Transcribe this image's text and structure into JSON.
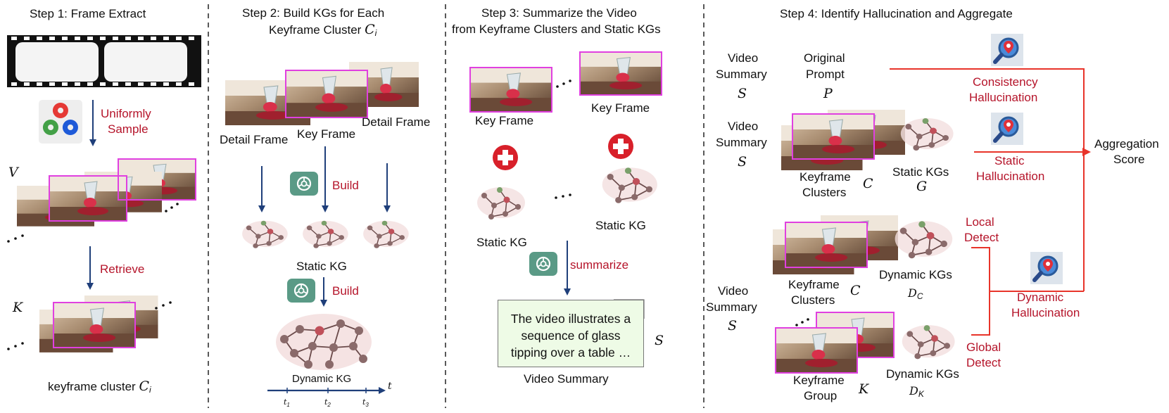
{
  "steps": {
    "step1": "Step 1: Frame Extract",
    "step2_line1": "Step 2: Build KGs for Each",
    "step2_line2": "Keyframe Cluster",
    "step3_line1": "Step 3: Summarize the Video",
    "step3_line2": "from Keyframe Clusters and Static KGs",
    "step4": "Step 4: Identify Hallucination and Aggregate"
  },
  "step1": {
    "uniformly": "Uniformly",
    "sample": "Sample",
    "retrieve": "Retrieve",
    "opencv": "OpenCV",
    "sym_V": "V",
    "sym_K": "K",
    "cluster_label": "keyframe cluster",
    "cluster_sym": "C",
    "cluster_sub": "i"
  },
  "step2": {
    "cluster_sym": "C",
    "cluster_sub": "i",
    "detail_frame_left": "Detail Frame",
    "key_frame": "Key Frame",
    "detail_frame_right": "Detail Frame",
    "build_1": "Build",
    "static_kg": "Static KG",
    "build_2": "Build",
    "dynamic_kg": "Dynamic KG",
    "t": "t",
    "t1": "t",
    "t1_sub": "1",
    "t2": "t",
    "t2_sub": "2",
    "t3": "t",
    "t3_sub": "3"
  },
  "step3": {
    "key_frame_left": "Key Frame",
    "key_frame_right": "Key Frame",
    "static_kg_left": "Static KG",
    "static_kg_right": "Static KG",
    "summarize": "summarize",
    "summary_text": "The video illustrates a sequence of glass tipping over a table …",
    "video_summary": "Video Summary",
    "sym_S": "S"
  },
  "step4": {
    "video": "Video",
    "summary": "Summary",
    "sym_S": "S",
    "original": "Original",
    "prompt": "Prompt",
    "sym_P": "P",
    "keyframe": "Keyframe",
    "clusters": "Clusters",
    "sym_C": "C",
    "static_kgs": "Static KGs",
    "sym_G": "G",
    "dynamic_kgs": "Dynamic KGs",
    "sym_D": "D",
    "sub_C": "C",
    "sub_K": "K",
    "group": "Group",
    "sym_K": "K",
    "consistency": "Consistency",
    "hallucination": "Hallucination",
    "static": "Static",
    "local": "Local",
    "detect": "Detect",
    "global": "Global",
    "dynamic": "Dynamic",
    "aggregation": "Aggregation",
    "score": "Score"
  },
  "colors": {
    "accent_red": "#b5142a",
    "arrow_blue": "#1f3f7a",
    "frame_magenta": "#e040e0",
    "line_red": "#e8342a",
    "gpt_green": "#5a9a86",
    "summary_bg": "#eefbe6",
    "kg_node": "#8a6a6a",
    "kg_node_red": "#c0505a",
    "kg_node_green": "#7aa06a"
  },
  "icons": [
    "opencv-logo",
    "openai-icon",
    "plus-icon",
    "magnifier-pin-icon",
    "film-strip"
  ]
}
